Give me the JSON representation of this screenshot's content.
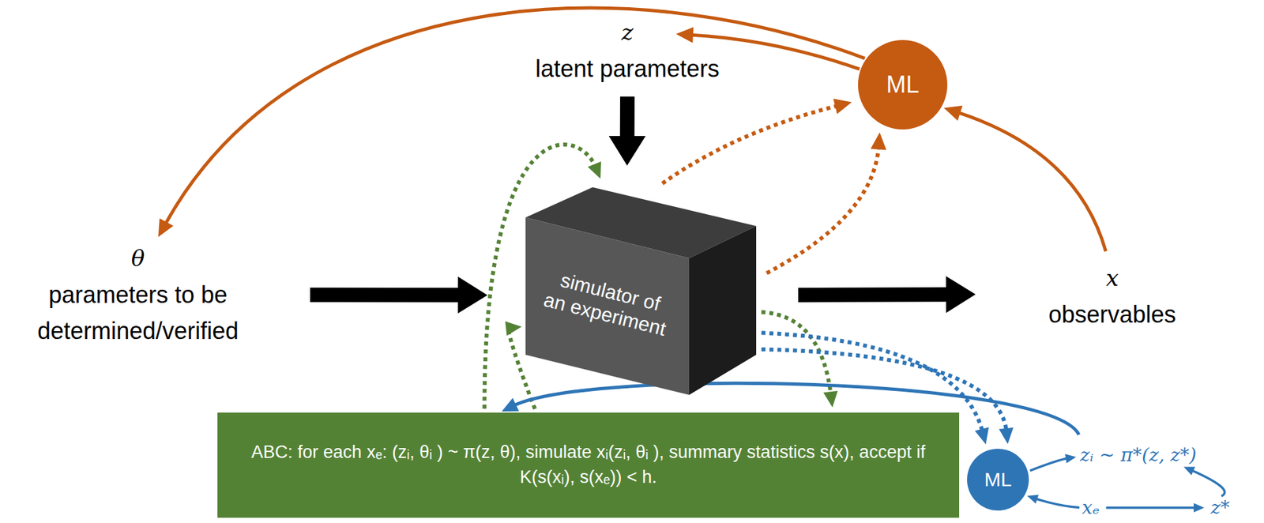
{
  "diagram": {
    "nodes": [
      {
        "text": [
          "θ",
          "parameters to be determined/verified"
        ]
      },
      {
        "text": [
          "z",
          "latent parameters"
        ]
      },
      {
        "text": [
          "simulator of an experiment"
        ]
      },
      {
        "text": [
          "x",
          "observables"
        ]
      },
      {
        "text": [
          "ML"
        ]
      },
      {
        "text": []
      },
      {
        "text": [
          "ABC: for each xₑ: (zᵢ, θᵢ ) ~ π(z, θ), simulate xᵢ(zᵢ, θᵢ ), summary statistics s(x), accept if K(s(xᵢ), s(xₑ)) < h."
        ],
        "in": 5
      },
      {
        "text": [
          "ML"
        ],
        "in": 5
      },
      {
        "text": [
          "zᵢ ~ π*(z, z*)"
        ],
        "in": 5
      },
      {
        "text": [
          "xₑ"
        ],
        "in": 5
      },
      {
        "text": [
          "z*"
        ],
        "in": 5
      }
    ],
    "edges": [
      {
        "from": 0,
        "to": 2,
        "arrow": "to"
      },
      {
        "from": 1,
        "to": 2,
        "arrow": "to"
      },
      {
        "from": 2,
        "to": 3,
        "arrow": "to"
      },
      {
        "from": 4,
        "to": 1,
        "arrow": "to"
      },
      {
        "from": 4,
        "to": 0,
        "arrow": "to"
      },
      {
        "from": 3,
        "to": 4,
        "arrow": "to"
      },
      {
        "from": 2,
        "to": 4,
        "arrow": "to"
      },
      {
        "from": 2,
        "to": 4,
        "arrow": "to"
      },
      {
        "from": 6,
        "to": 2,
        "arrow": "to"
      },
      {
        "from": 6,
        "to": 2,
        "arrow": "to"
      },
      {
        "from": 2,
        "to": 6,
        "arrow": "to"
      },
      {
        "from": 2,
        "to": 7,
        "arrow": "to"
      },
      {
        "from": 2,
        "to": 7,
        "arrow": "to"
      },
      {
        "from": 8,
        "to": 6,
        "arrow": "to"
      },
      {
        "from": 7,
        "to": 8,
        "arrow": "to"
      },
      {
        "from": 9,
        "to": 7,
        "arrow": "to"
      },
      {
        "from": 9,
        "to": 10,
        "arrow": "to"
      },
      {
        "from": 10,
        "to": 8,
        "arrow": "to"
      }
    ]
  }
}
